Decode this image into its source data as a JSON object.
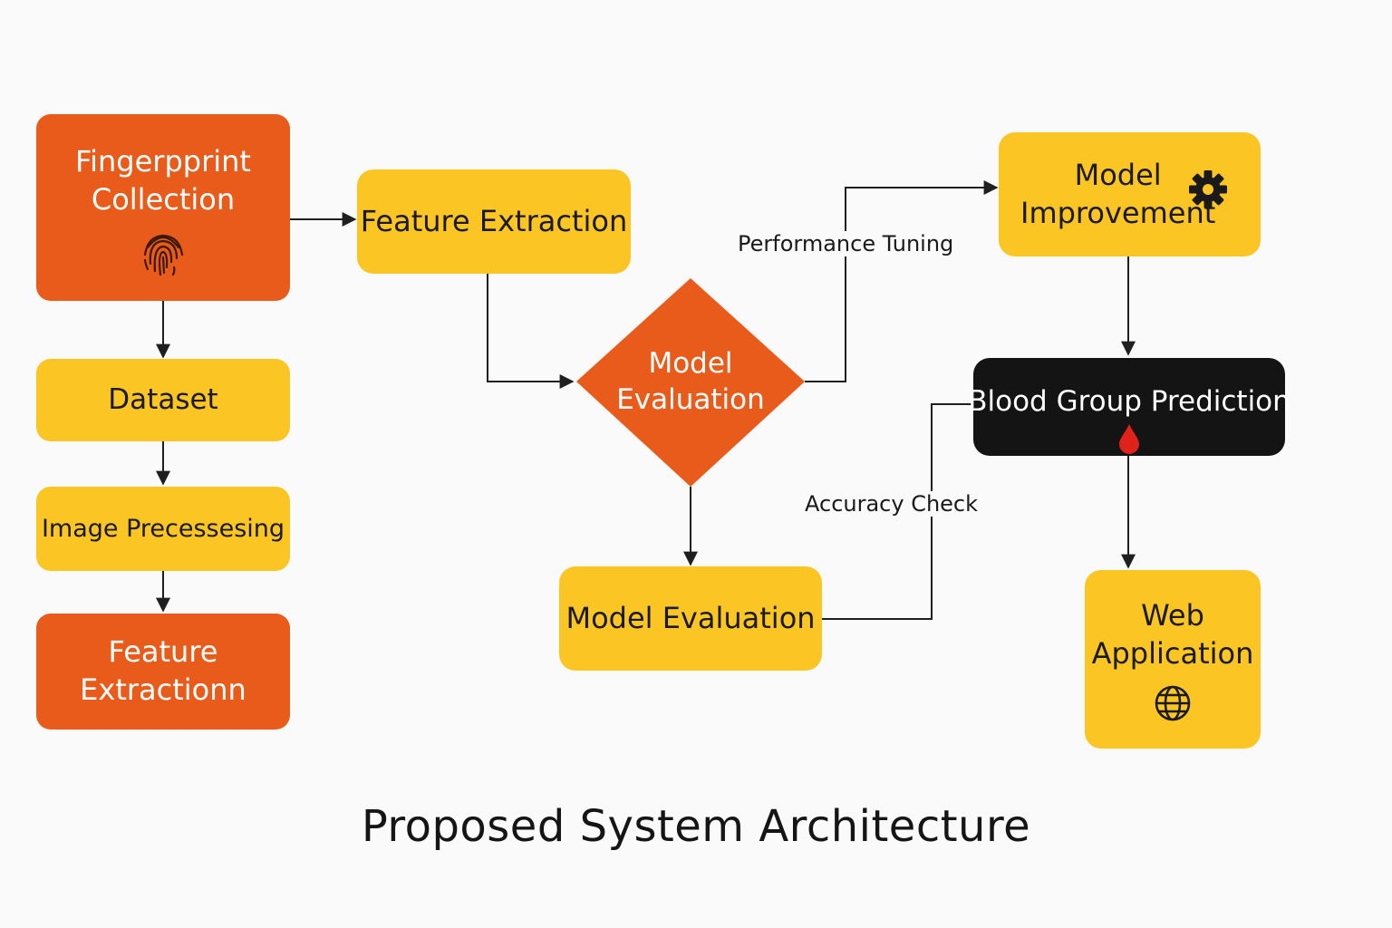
{
  "title": "Proposed System Architecture",
  "colors": {
    "orange": "#e95b1a",
    "yellow": "#fbc524",
    "black": "#141414",
    "line": "#1f1f1f"
  },
  "nodes": {
    "fingerprint_collection": {
      "label": "Fingerpprint\nCollection",
      "icon": "fingerprint-icon"
    },
    "dataset": {
      "label": "Dataset"
    },
    "image_processing": {
      "label": "Image Precessesing"
    },
    "feature_extraction_left": {
      "label": "Feature\nExtractionn"
    },
    "feature_extraction": {
      "label": "Feature Extraction"
    },
    "model_evaluation_decision": {
      "label": "Model\nEvaluation"
    },
    "model_evaluation": {
      "label": "Model Evaluation"
    },
    "model_improvement": {
      "label": "Model\nImprovement",
      "icon": "gear-icon"
    },
    "blood_group_prediction": {
      "label": "Blood Group Prediction",
      "icon": "blood-drop-icon"
    },
    "web_application": {
      "label": "Web\nApplication",
      "icon": "globe-icon"
    }
  },
  "edge_labels": {
    "performance_tuning": "Performance Tuning",
    "accuracy_check": "Accuracy Check"
  }
}
